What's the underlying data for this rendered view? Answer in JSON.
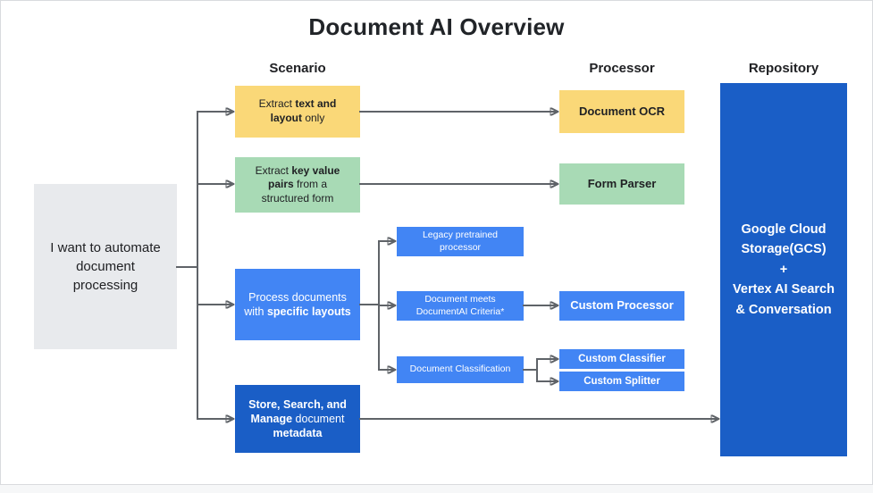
{
  "title": "Document AI Overview",
  "columns": {
    "scenario": "Scenario",
    "processor": "Processor",
    "repository": "Repository"
  },
  "start": {
    "text": "I want to automate document processing"
  },
  "scenarios": {
    "extract_text": {
      "pre": "Extract ",
      "bold": "text and layout",
      "post": " only"
    },
    "extract_kv": {
      "pre": "Extract ",
      "bold": "key value pairs",
      "post": " from a structured form"
    },
    "specific_layouts": {
      "pre": "Process documents with ",
      "bold": "specific layouts"
    },
    "store_search": {
      "bold1": "Store, Search, and Manage",
      "mid": " document ",
      "bold2": "metadata"
    }
  },
  "branches": {
    "legacy": "Legacy pretrained processor",
    "criteria": "Document meets DocumentAI Criteria*",
    "classification": "Document Classification"
  },
  "processors": {
    "ocr": "Document OCR",
    "form_parser": "Form Parser",
    "custom_processor": "Custom Processor",
    "custom_classifier": "Custom Classifier",
    "custom_splitter": "Custom Splitter"
  },
  "repository": {
    "line1": "Google Cloud Storage(GCS)",
    "line2": "+",
    "line3": "Vertex AI Search & Conversation"
  },
  "colors": {
    "yellow": "#FAD878",
    "green": "#A8DAB5",
    "blue": "#4285F4",
    "dark_blue": "#1A5EC6",
    "gray": "#E8EAED",
    "connector": "#5F6368",
    "text_dark": "#202124"
  }
}
